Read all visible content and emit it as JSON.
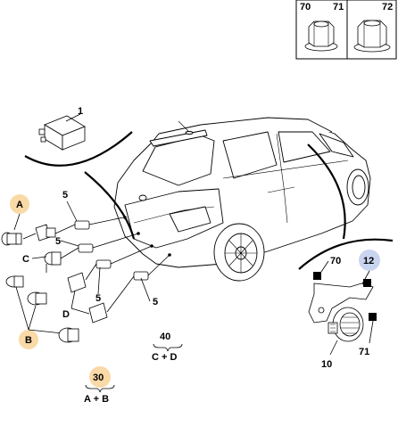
{
  "colors": {
    "highlight_orange": "#f9d9a6",
    "highlight_blue": "#c9d4ef",
    "line": "#000000"
  },
  "header_table": {
    "left_label": "70",
    "mid_label": "71",
    "right_label": "72",
    "left_icon": "hex-nut-flanged-icon",
    "right_icon": "hex-nut-large-icon"
  },
  "callouts": {
    "module": "1",
    "group_a": "A",
    "group_b": "B",
    "ref_c": "C",
    "ref_d": "D",
    "sensor_5_top": "5",
    "sensor_5_mid": "5",
    "sensor_5_low": "5",
    "sensor_5_right": "5",
    "buzzer": "10",
    "highlight_12": "12",
    "nut_70": "70",
    "nut_71": "71"
  },
  "kits": {
    "kit_40_num": "40",
    "kit_40_text": "C + D",
    "kit_30_num": "30",
    "kit_30_text": "A + B"
  }
}
